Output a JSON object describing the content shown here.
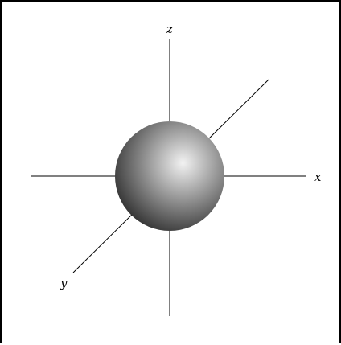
{
  "diagram": {
    "shape": "sphere",
    "axes": {
      "x_label": "x",
      "y_label": "y",
      "z_label": "z"
    },
    "colors": {
      "sphere_highlight": "#f2f2f2",
      "sphere_mid": "#9a9a9a",
      "sphere_shadow": "#2e2e2e",
      "axis_color": "#000000",
      "frame_color": "#000000",
      "background": "#ffffff"
    }
  }
}
